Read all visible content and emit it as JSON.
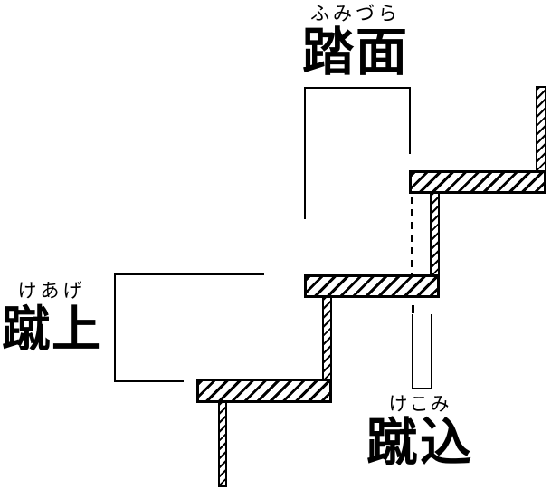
{
  "diagram": {
    "subject": "stair-section-terminology",
    "background": "#ffffff",
    "ink": "#000000",
    "labels": {
      "tread": {
        "furigana": "ふみづら",
        "kanji": "踏面"
      },
      "riser": {
        "furigana": "けあげ",
        "kanji": "蹴上"
      },
      "kick": {
        "furigana": "けこみ",
        "kanji": "蹴込"
      }
    }
  }
}
